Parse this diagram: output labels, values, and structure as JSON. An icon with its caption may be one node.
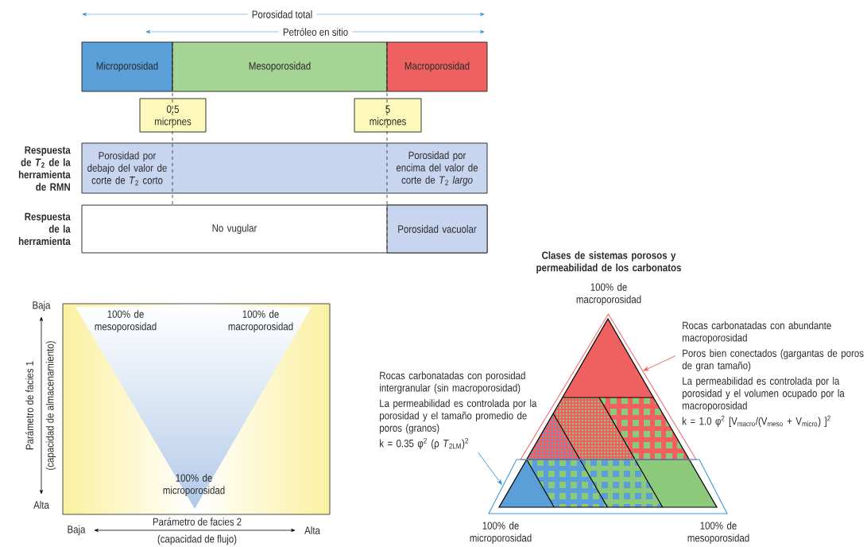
{
  "diagram": {
    "nodes": [
      {
        "text": [
          "Microporosidad"
        ]
      },
      {
        "text": [
          "Mesoporosidad"
        ]
      },
      {
        "text": [
          "Macroporosidad"
        ]
      },
      {
        "text": [
          "0.5 micrones"
        ]
      },
      {
        "text": [
          "5 micrones"
        ]
      },
      {
        "text": [
          "Respuesta de *T*$_{2}$ de la herramienta de RMN",
          "Porosidad por debajo del valor de corte de *T*$_{2}$ corto",
          "Porosidad por encima del valor de corte de *T*$_{2}$ *largo*"
        ]
      },
      {
        "text": [
          "Respuesta de la herramienta",
          "No vugular"
        ]
      },
      {
        "text": [
          "Porosidad vacuolar"
        ],
        "in": 6
      },
      {
        "text": [
          "Rocas carbonatadas con porosidad intergranular (sin macroporosidad)",
          "La permeabilidad es controlada por la porosidad y el tamaño promedio de poros (granos)",
          "k = 0.35 φ$^{2}$ (ρ *T*$_{2LM}$)$^{2}$"
        ]
      },
      {
        "text": [
          "Rocas carbonatadas con abundante macroporosidad",
          "Poros bien conectados (gargantas de poros de gran tamaño)",
          "La permeabilidad es controlada por la porosidad y el volumen ocupado por la macroporosidad",
          "k = 1.0 φ$^{2}$ [V$_{macro}$/(V$_{meso}$ + V$_{micro}$) ]$^{2}$"
        ]
      },
      {
        "text": [],
        "shape": "triangle"
      },
      {
        "text": [],
        "shape": "trapezoid"
      }
    ],
    "edges": [
      {
        "from": 9,
        "to": 10,
        "arrow": "to",
        "color": "#ee5a5a"
      },
      {
        "from": 8,
        "to": 11,
        "arrow": "to",
        "color": "#3d95d3"
      }
    ],
    "labels": [
      "Porosidad total",
      "Petróleo en sitio",
      "Baja",
      "100% de mesoporosidad",
      "100% de macroporosidad",
      "Parámetro de facies 1",
      "(capacidad de almacenamiento)",
      "100% de microporosidad",
      "Alta",
      "Parámetro de facies 2",
      "Baja",
      "Alta",
      "(capacidad de flujo)",
      "Clases de sistemas porosos y permeabilidad de los carbonatos",
      "100% de macroporosidad",
      "100% de microporosidad",
      "100% de mesoporosidad"
    ]
  }
}
